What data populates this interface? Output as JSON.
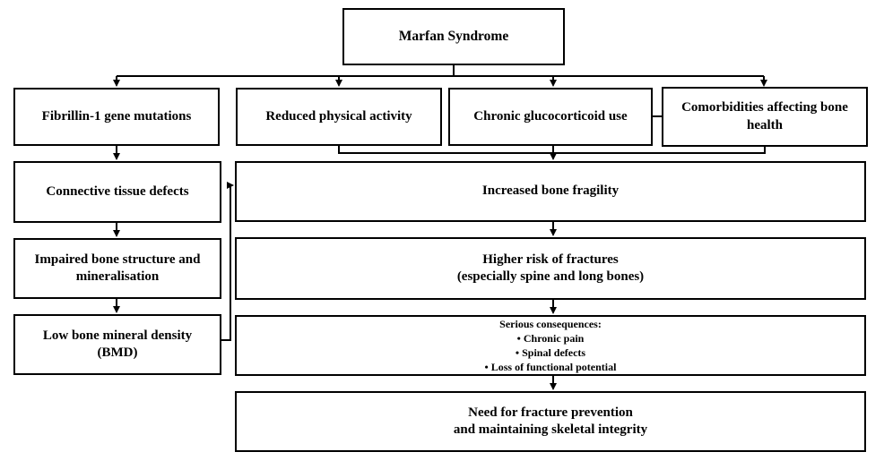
{
  "figure": {
    "background_color": "#ffffff",
    "line_color": "#000000",
    "box_border_color": "#000000",
    "box_fill_color": "#ffffff"
  },
  "nodes": {
    "marfan": {
      "label": "Marfan Syndrome"
    },
    "fibrillin": {
      "label": "Fibrillin-1 gene mutations"
    },
    "reduced_activity": {
      "label": "Reduced physical activity"
    },
    "glucocorticoid": {
      "label": "Chronic glucocorticoid use"
    },
    "comorbidities": {
      "line1": "Comorbidities affecting bone",
      "line2": "health"
    },
    "connective": {
      "label": "Connective tissue defects"
    },
    "impaired": {
      "line1": "Impaired bone structure and",
      "line2": "mineralisation"
    },
    "low_bmd": {
      "line1": "Low bone mineral density",
      "line2": "(BMD)"
    },
    "fragility": {
      "label": "Increased bone fragility"
    },
    "fracture_risk": {
      "line1": "Higher risk of fractures",
      "line2": "(especially spine and long bones)"
    },
    "consequences": {
      "header": "Serious consequences:",
      "items": [
        "• Chronic pain",
        "• Spinal defects",
        "• Loss of functional potential"
      ]
    },
    "prevention": {
      "line1": "Need for fracture prevention",
      "line2": "and maintaining skeletal integrity"
    }
  }
}
